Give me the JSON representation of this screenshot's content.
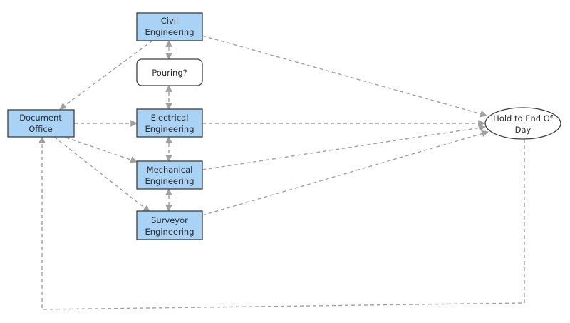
{
  "diagram": {
    "nodes": {
      "civil": {
        "lines": [
          "Civil",
          "Engineering"
        ],
        "fill": "#a9d3f5"
      },
      "pouring": {
        "lines": [
          "Pouring?"
        ],
        "fill": "#ffffff"
      },
      "document": {
        "lines": [
          "Document",
          "Office"
        ],
        "fill": "#a9d3f5"
      },
      "electrical": {
        "lines": [
          "Electrical",
          "Engineering"
        ],
        "fill": "#a9d3f5"
      },
      "mechanical": {
        "lines": [
          "Mechanical",
          "Engineering"
        ],
        "fill": "#a9d3f5"
      },
      "surveyor": {
        "lines": [
          "Surveyor",
          "Engineering"
        ],
        "fill": "#a9d3f5"
      },
      "hold": {
        "lines": [
          "Hold to End Of",
          "Day"
        ],
        "fill": "#ffffff"
      }
    },
    "edge_color": "#a0a0a0",
    "border_color": "#3d3d3d"
  }
}
